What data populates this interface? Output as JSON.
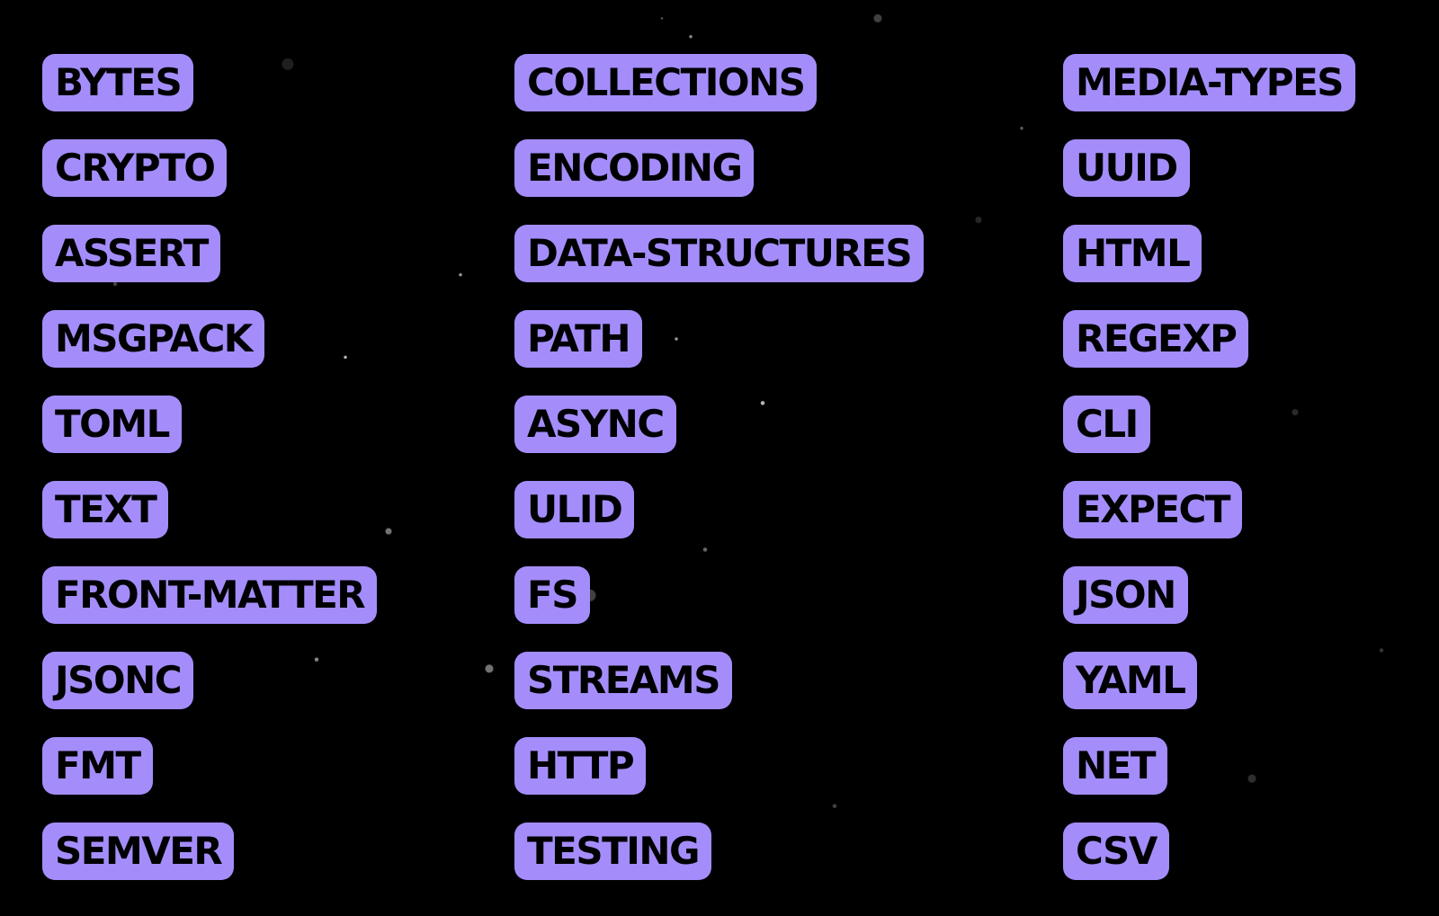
{
  "accent_color": "#a48dfb",
  "columns": [
    {
      "tags": [
        "BYTES",
        "CRYPTO",
        "ASSERT",
        "MSGPACK",
        "TOML",
        "TEXT",
        "FRONT-MATTER",
        "JSONC",
        "FMT",
        "SEMVER"
      ]
    },
    {
      "tags": [
        "COLLECTIONS",
        "ENCODING",
        "DATA-STRUCTURES",
        "PATH",
        "ASYNC",
        "ULID",
        "FS",
        "STREAMS",
        "HTTP",
        "TESTING"
      ]
    },
    {
      "tags": [
        "MEDIA-TYPES",
        "UUID",
        "HTML",
        "REGEXP",
        "CLI",
        "EXPECT",
        "JSON",
        "YAML",
        "NET",
        "CSV"
      ]
    }
  ]
}
